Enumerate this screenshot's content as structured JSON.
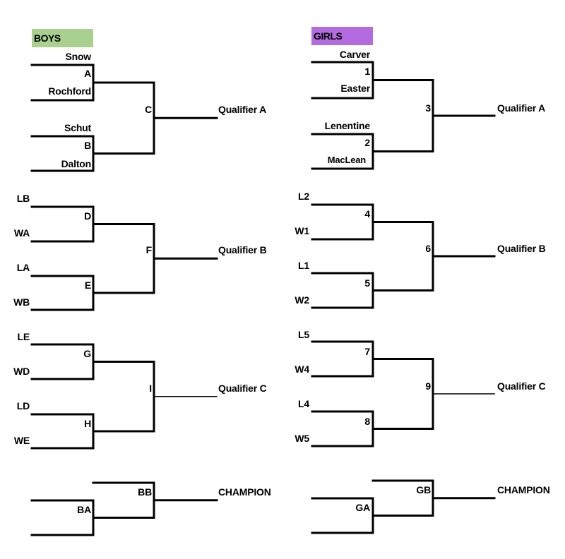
{
  "boys": {
    "header": "BOYS",
    "header_color": "#a9d08e",
    "groups": [
      {
        "entrants": [
          "Snow",
          "Rochford",
          "Schut",
          "Dalton"
        ],
        "matches": [
          "A",
          "B"
        ],
        "final_match": "C",
        "result": "Qualifier A"
      },
      {
        "entrants": [
          "LB",
          "WA",
          "LA",
          "WB"
        ],
        "matches": [
          "D",
          "E"
        ],
        "final_match": "F",
        "result": "Qualifier B"
      },
      {
        "entrants": [
          "LE",
          "WD",
          "LD",
          "WE"
        ],
        "matches": [
          "G",
          "H"
        ],
        "final_match": "I",
        "result": "Qualifier C"
      }
    ],
    "championship": {
      "first_match": "BA",
      "second_match": "BB",
      "result": "CHAMPION"
    }
  },
  "girls": {
    "header": "GIRLS",
    "header_color": "#b36be0",
    "groups": [
      {
        "entrants": [
          "Carver",
          "Easter",
          "Lenentine",
          "MacLean"
        ],
        "matches": [
          "1",
          "2"
        ],
        "final_match": "3",
        "result": "Qualifier A"
      },
      {
        "entrants": [
          "L2",
          "W1",
          "L1",
          "W2"
        ],
        "matches": [
          "4",
          "5"
        ],
        "final_match": "6",
        "result": "Qualifier B"
      },
      {
        "entrants": [
          "L5",
          "W4",
          "L4",
          "W5"
        ],
        "matches": [
          "7",
          "8"
        ],
        "final_match": "9",
        "result": "Qualifier C"
      }
    ],
    "championship": {
      "first_match": "GA",
      "second_match": "GB",
      "result": "CHAMPION"
    }
  }
}
